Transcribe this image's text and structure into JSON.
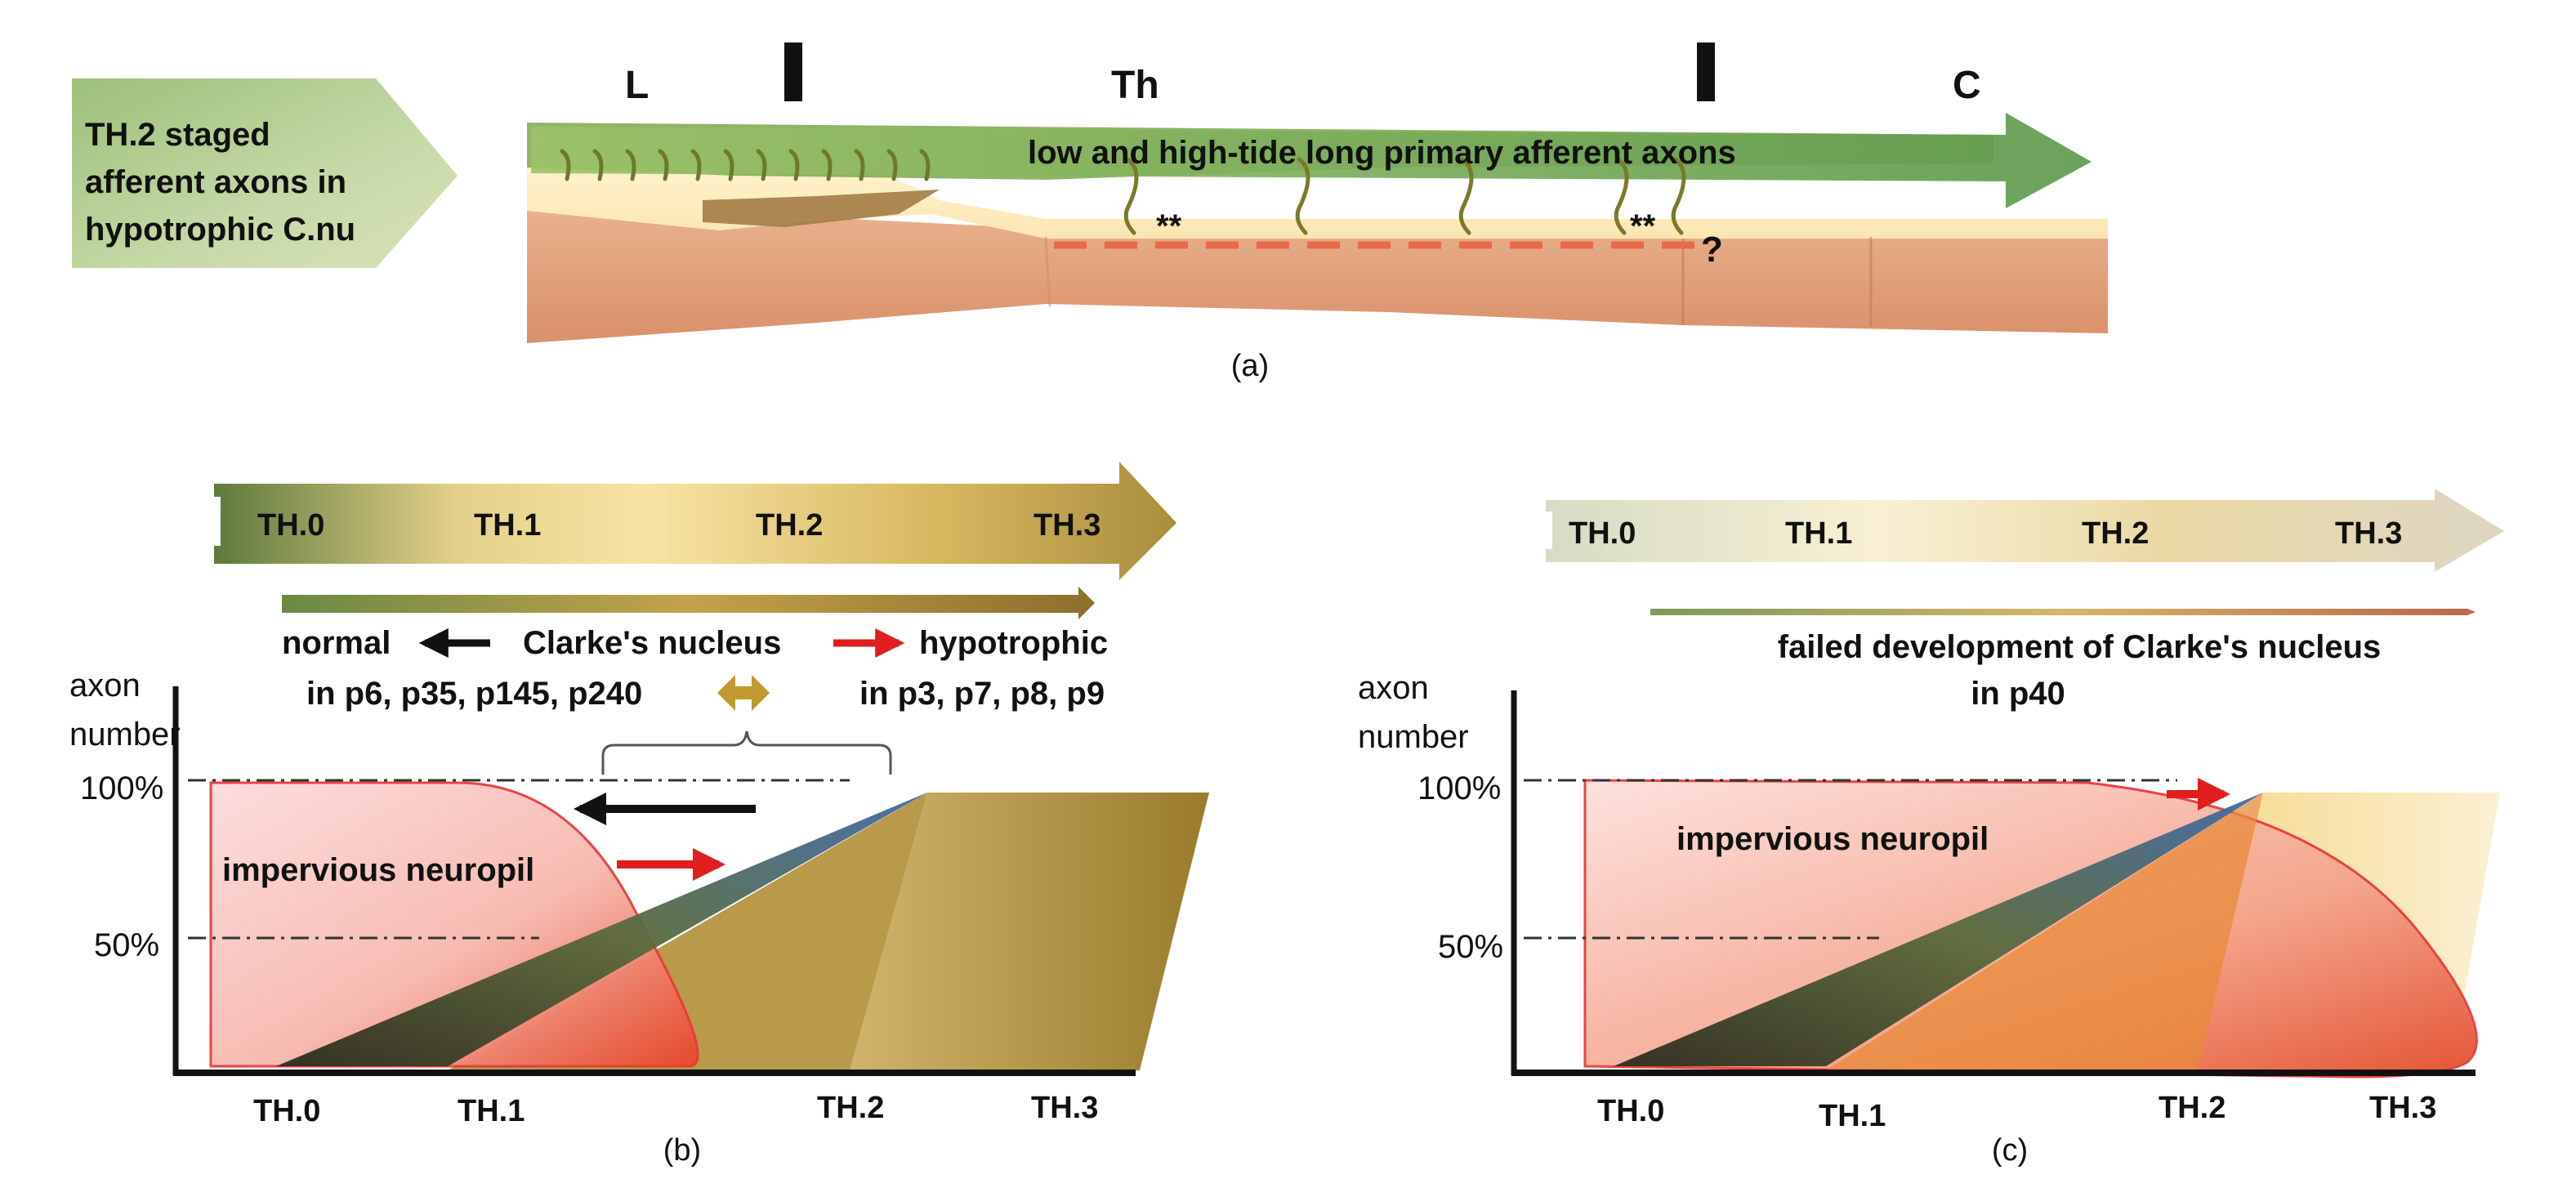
{
  "panel_a": {
    "tag_lines": [
      "TH.2 staged",
      "afferent axons in",
      "hypotrophic C.nu"
    ],
    "segment_L": "L",
    "segment_Th": "Th",
    "segment_C": "C",
    "axons_label": "low and high-tide long primary afferent axons",
    "marker_1": "**",
    "marker_2": "**",
    "question": "?",
    "caption": "(a)"
  },
  "panel_b": {
    "stages": [
      "TH.0",
      "TH.1",
      "TH.2",
      "TH.3"
    ],
    "normal_label": "normal",
    "center_label": "Clarke's nucleus",
    "hypo_label": "hypotrophic",
    "normal_cases": "in p6, p35, p145, p240",
    "hypo_cases": "in p3, p7, p8, p9",
    "y_axis_line1": "axon",
    "y_axis_line2": "number",
    "tick_100": "100%",
    "tick_50": "50%",
    "region_label": "impervious neuropil",
    "x_ticks": [
      "TH.0",
      "TH.1",
      "TH.2",
      "TH.3"
    ],
    "caption": "(b)"
  },
  "panel_c": {
    "stages": [
      "TH.0",
      "TH.1",
      "TH.2",
      "TH.3"
    ],
    "fail_line1": "failed development of Clarke's nucleus",
    "fail_line2": "in p40",
    "y_axis_line1": "axon",
    "y_axis_line2": "number",
    "tick_100": "100%",
    "tick_50": "50%",
    "region_label": "impervious neuropil",
    "x_ticks": [
      "TH.0",
      "TH.1",
      "TH.2",
      "TH.3"
    ],
    "caption": "(c)"
  }
}
